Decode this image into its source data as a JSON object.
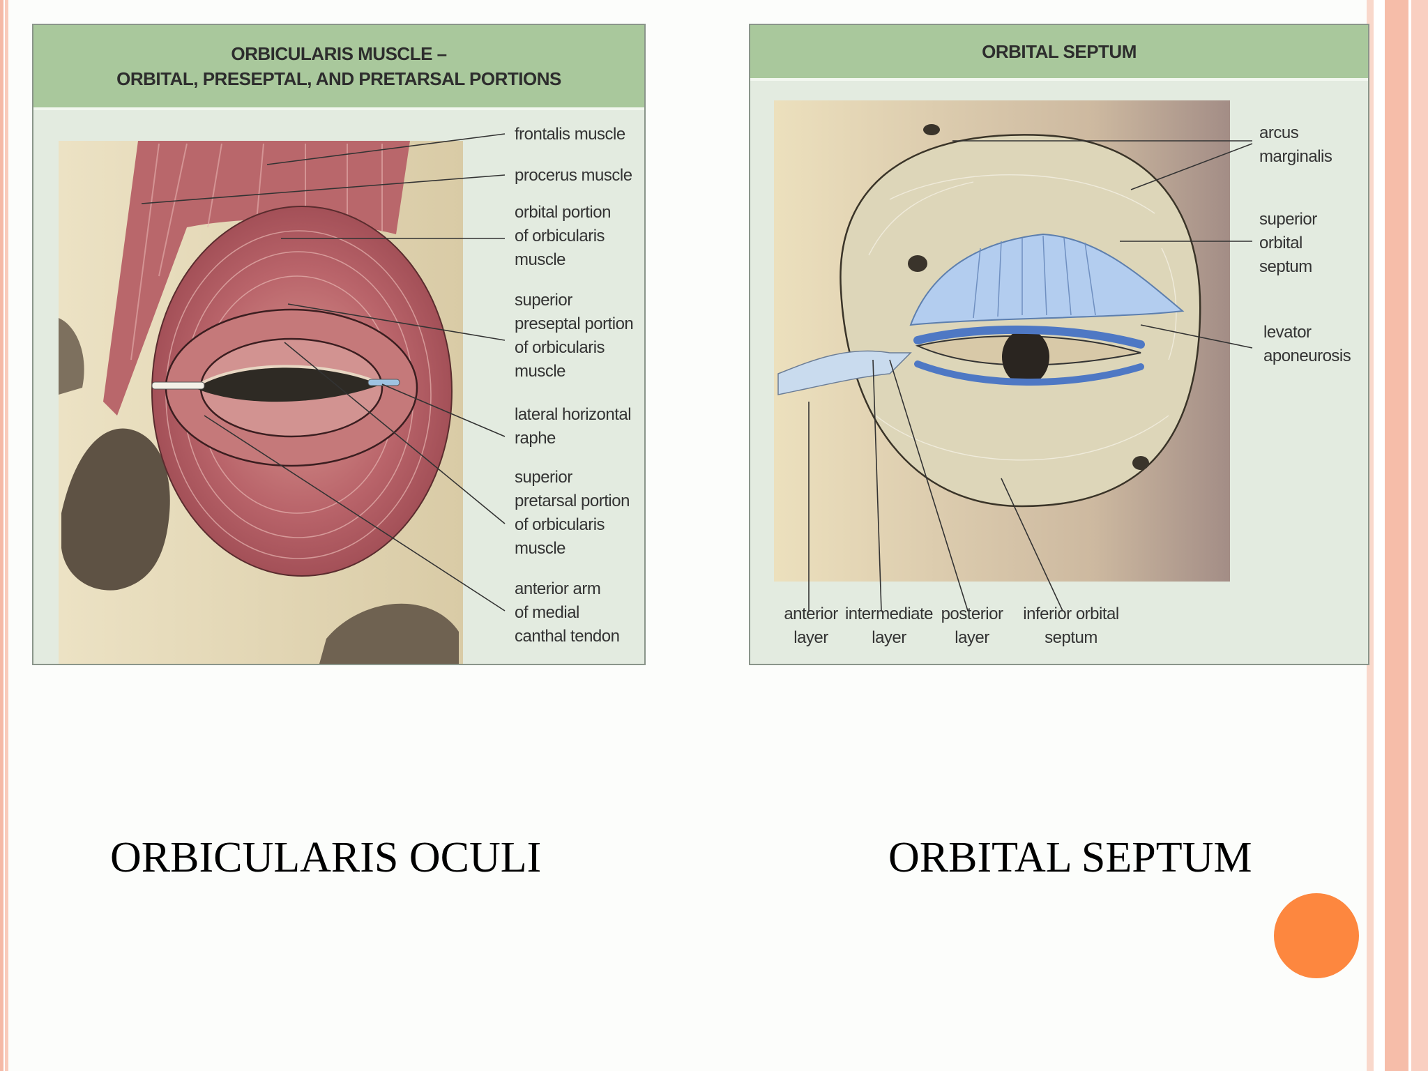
{
  "left_figure": {
    "title_line1": "ORBICULARIS MUSCLE –",
    "title_line2": "ORBITAL, PRESEPTAL, AND PRETARSAL PORTIONS",
    "labels": {
      "frontalis": "frontalis muscle",
      "procerus": "procerus muscle",
      "orbital": [
        "orbital portion",
        "of orbicularis",
        "muscle"
      ],
      "preseptal": [
        "superior",
        "preseptal portion",
        "of orbicularis",
        "muscle"
      ],
      "raphe": [
        "lateral horizontal",
        "raphe"
      ],
      "pretarsal": [
        "superior",
        "pretarsal portion",
        "of orbicularis",
        "muscle"
      ],
      "canthal": [
        "anterior arm",
        "of medial",
        "canthal tendon"
      ]
    }
  },
  "right_figure": {
    "title": "ORBITAL SEPTUM",
    "labels": {
      "arcus": [
        "arcus",
        "marginalis"
      ],
      "superior_septum": [
        "superior",
        "orbital",
        "septum"
      ],
      "levator": [
        "levator",
        "aponeurosis"
      ],
      "anterior": [
        "anterior",
        "layer"
      ],
      "intermediate": [
        "intermediate",
        "layer"
      ],
      "posterior": [
        "posterior",
        "layer"
      ],
      "inferior_septum": [
        "inferior orbital",
        "septum"
      ]
    }
  },
  "captions": {
    "left": "ORBICULARIS OCULI",
    "right": "ORBITAL SEPTUM"
  },
  "colors": {
    "header_green": "#a9c89c",
    "muscle_red": "#b55a5e",
    "septum_tan": "#dcd6b8",
    "aponeurosis_blue": "#a9c4ea",
    "accent_orange": "#fd873f"
  }
}
